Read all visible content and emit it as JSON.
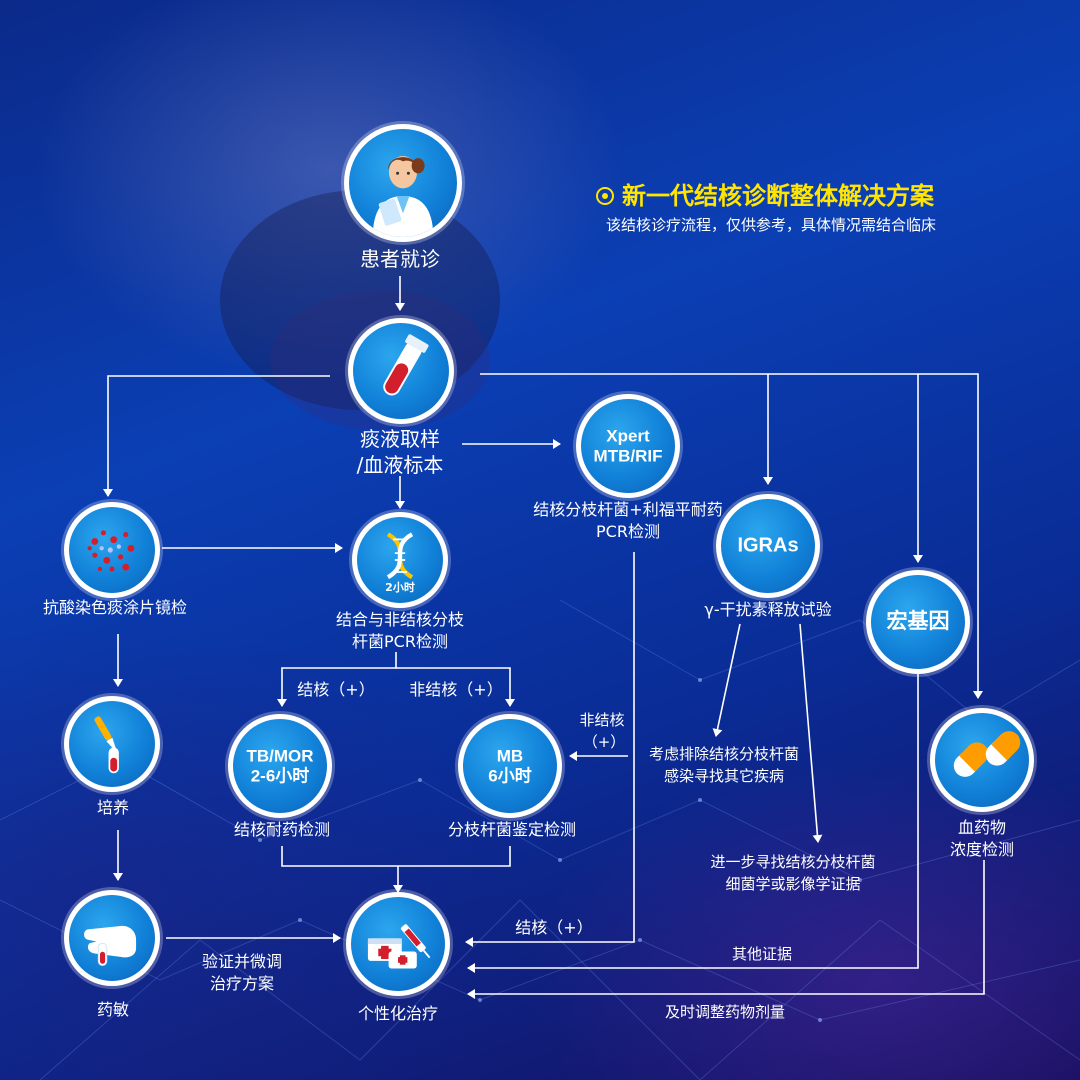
{
  "header": {
    "title": "新一代结核诊断整体解决方案",
    "subtitle": "该结核诊疗流程，仅供参考，具体情况需结合临床"
  },
  "nodes": {
    "patient": {
      "label": "患者就诊",
      "icon": "doctor-icon"
    },
    "sample": {
      "label_1": "痰液取样",
      "label_2": "/血液标本",
      "icon": "test-tube-icon"
    },
    "xpert": {
      "circle_1": "Xpert",
      "circle_2": "MTB/RIF",
      "label_1": "结核分枝杆菌+利福平耐药",
      "label_2": "PCR检测"
    },
    "smear": {
      "label": "抗酸染色痰涂片镜检",
      "icon": "bacteria-icon"
    },
    "pcr": {
      "badge": "2小时",
      "label_1": "结合与非结核分枝",
      "label_2": "杆菌PCR检测",
      "icon": "dna-icon"
    },
    "igras": {
      "circle": "IGRAs",
      "label": "γ-干扰素释放试验"
    },
    "macro": {
      "circle": "宏基因"
    },
    "culture": {
      "label": "培养",
      "icon": "pipette-icon"
    },
    "tbmor": {
      "circle_1": "TB/MOR",
      "circle_2": "2-6小时",
      "label": "结核耐药检测"
    },
    "mb": {
      "circle_1": "MB",
      "circle_2": "6小时",
      "label": "分枝杆菌鉴定检测"
    },
    "blood_conc": {
      "label_1": "血药物",
      "label_2": "浓度检测",
      "icon": "capsule-icon"
    },
    "sensitivity": {
      "label": "药敏",
      "icon": "glove-icon"
    },
    "treatment": {
      "label": "个性化治疗",
      "icon": "medicine-icon"
    }
  },
  "edges": {
    "tb_pos": "结核（+）",
    "ntb_pos": "非结核（+）",
    "ntb_1": "非结核",
    "ntb_2": "（+）",
    "exclude_1": "考虑排除结核分枝杆菌",
    "exclude_2": "感染寻找其它疾病",
    "further_1": "进一步寻找结核分枝杆菌",
    "further_2": "细菌学或影像学证据",
    "xpert_tb_pos": "结核（+）",
    "verify_1": "验证并微调",
    "verify_2": "治疗方案",
    "other_evidence": "其他证据",
    "adjust_dose": "及时调整药物剂量"
  },
  "colors": {
    "accent": "#ffe500",
    "node_blue": "#1181d8",
    "line": "#ffffff"
  }
}
